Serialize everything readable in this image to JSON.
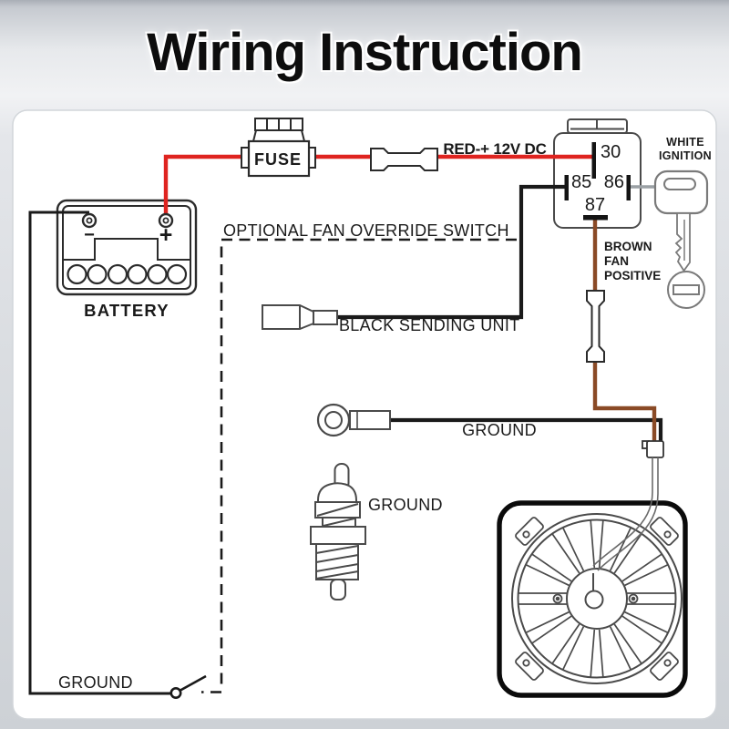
{
  "title": "Wiring Instruction",
  "colors": {
    "red_wire": "#df2420",
    "black_wire": "#1a1a1a",
    "brown_wire": "#8a4a26",
    "brown_label_text": "#a35b2b",
    "gray_wire": "#9aa0a4",
    "outline_dark": "#4a4a4a",
    "card_bg": "#ffffff"
  },
  "components": {
    "battery": {
      "label": "BATTERY",
      "minus_sign": "−",
      "plus_sign": "+"
    },
    "fuse": {
      "label": "FUSE"
    },
    "power_wire": {
      "label": "RED-+ 12V DC"
    },
    "relay": {
      "pin_30": "30",
      "pin_85": "85",
      "pin_86": "86",
      "pin_87": "87"
    },
    "ignition_key": {
      "label_line1": "WHITE",
      "label_line2": "IGNITION"
    },
    "fan_positive": {
      "label_line1": "BROWN",
      "label_line2": "FAN",
      "label_line3": "POSITIVE"
    },
    "override_switch": {
      "label": "OPTIONAL FAN OVERRIDE SWITCH"
    },
    "sending_unit": {
      "label": "BLACK SENDING UNIT"
    },
    "ring_terminal_ground": {
      "label": "GROUND"
    },
    "thermo_switch_ground": {
      "label": "GROUND"
    },
    "battery_ground": {
      "label": "GROUND"
    }
  }
}
